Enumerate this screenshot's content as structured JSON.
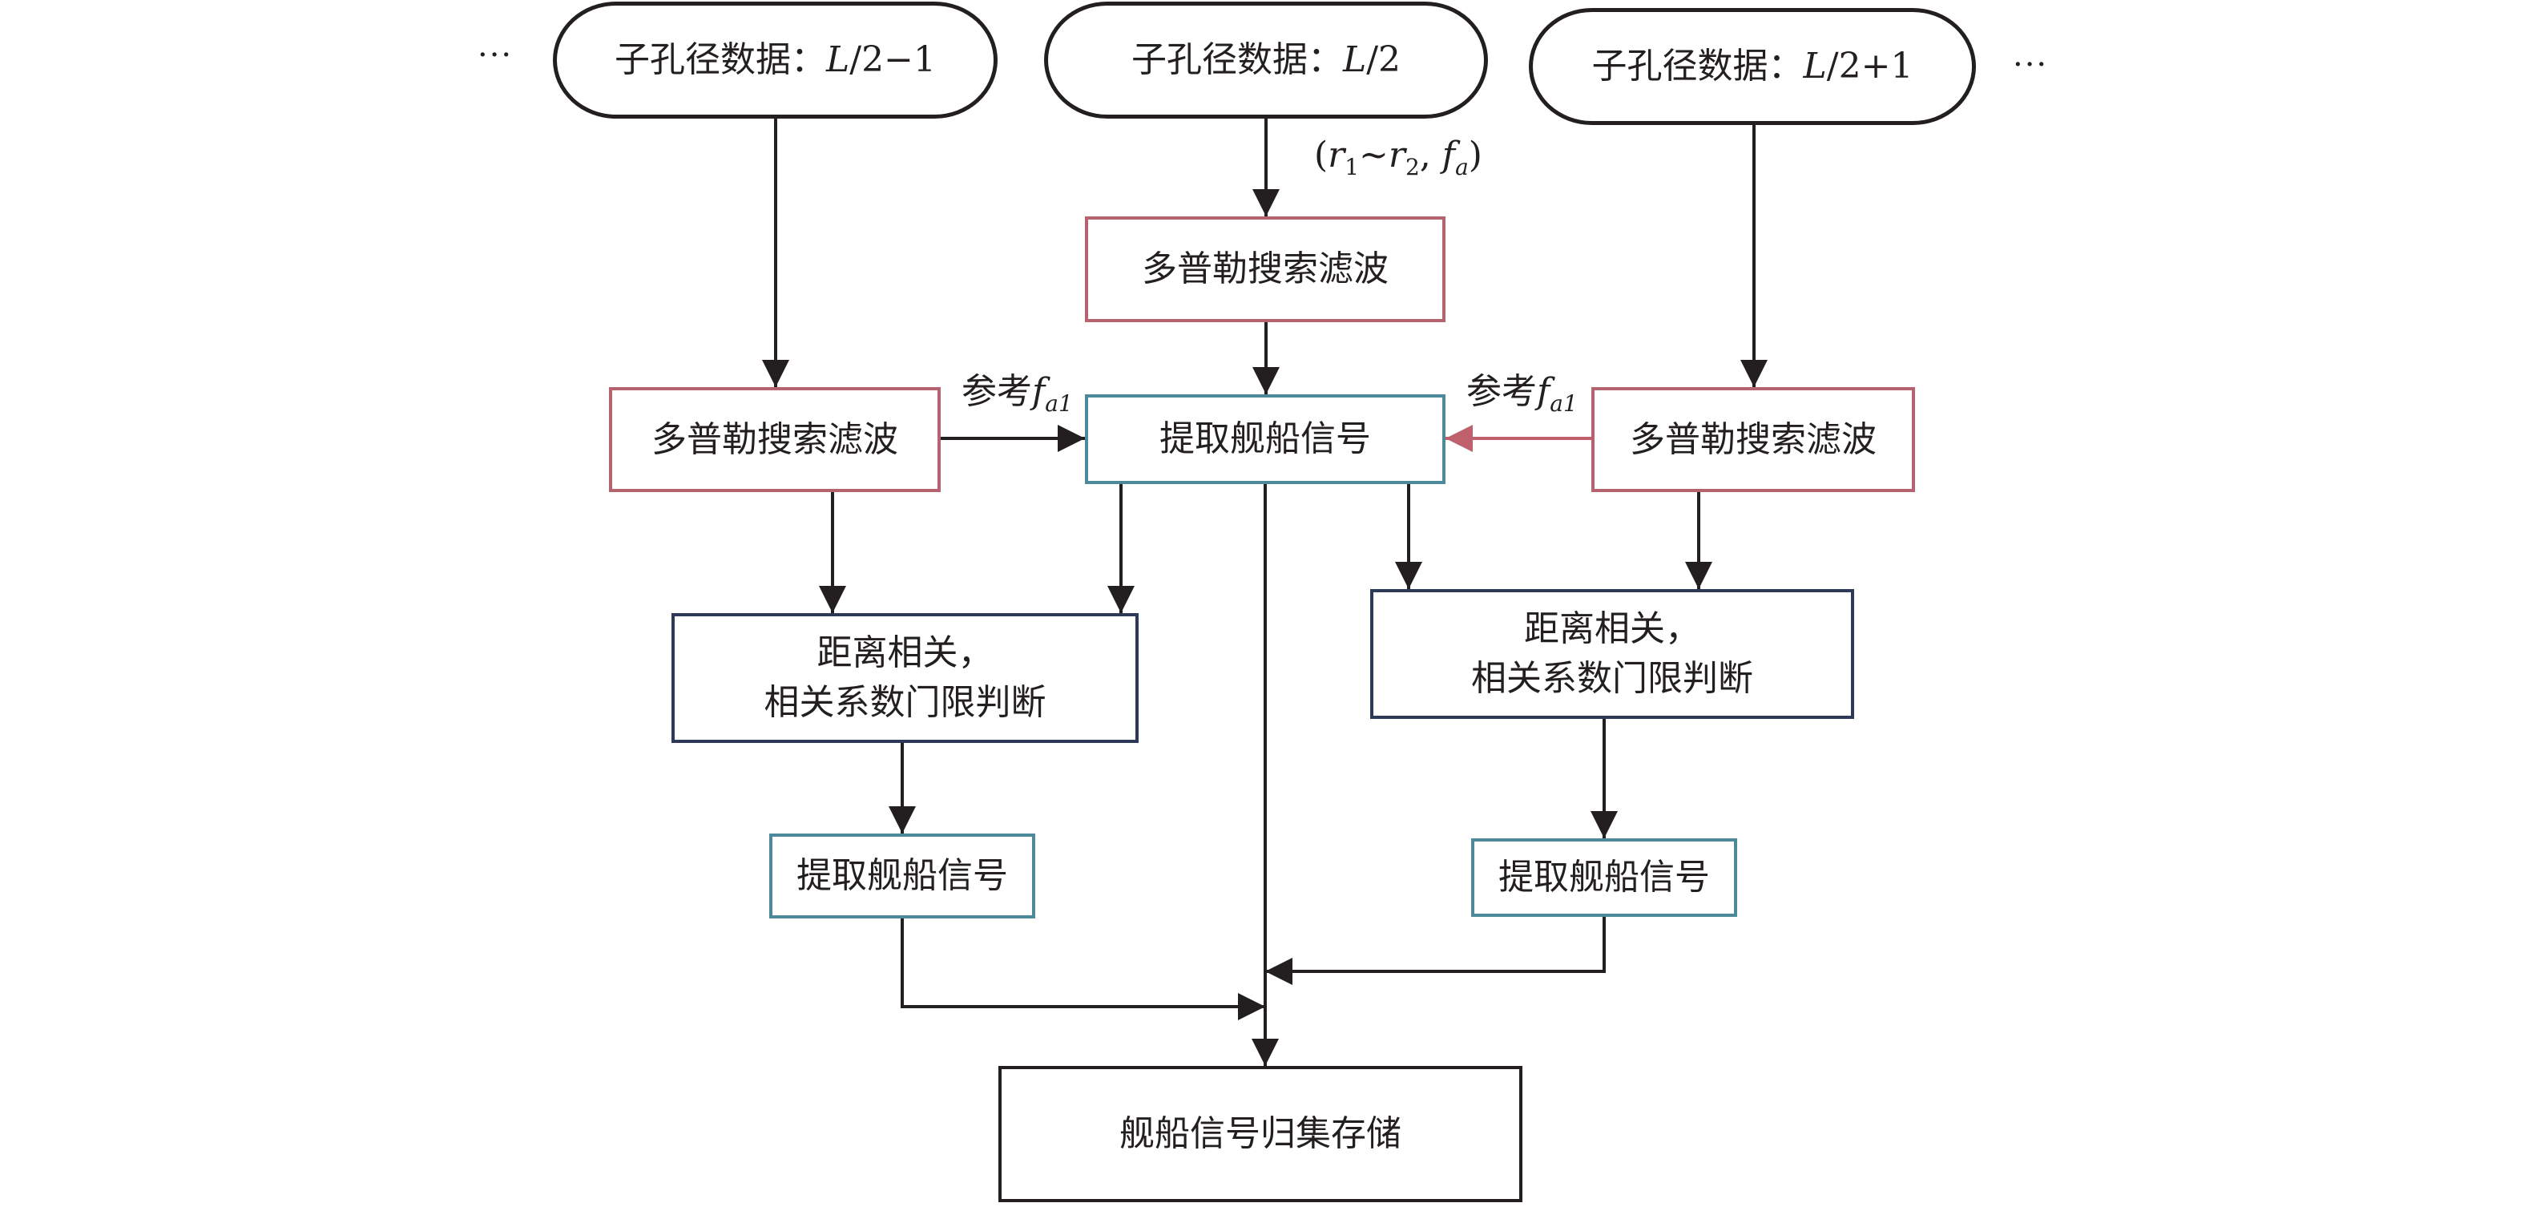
{
  "diagram": {
    "colors": {
      "line": "#231f20",
      "doppler_border": "#b5636f",
      "extract_border": "#4d8a99",
      "correlation_border": "#2c3a58",
      "reference_arrow_right": "#c0606d"
    },
    "ellipsis": "···",
    "inputs": [
      {
        "prefix": "子孔径数据：",
        "var": "L",
        "suffix": "/2−1"
      },
      {
        "prefix": "子孔径数据：",
        "var": "L",
        "suffix": "/2"
      },
      {
        "prefix": "子孔径数据：",
        "var": "L",
        "suffix": "/2+1"
      }
    ],
    "center_input_annotation": {
      "open": "(",
      "r": "r",
      "sub1": "1",
      "tilde": "~",
      "sub2": "2",
      "comma": ", ",
      "f": "f",
      "sub_a": "a",
      "close": ")"
    },
    "doppler_filter": "多普勒搜索滤波",
    "extract_signal": "提取舰船信号",
    "reference_label": {
      "text": "参考",
      "f": "f",
      "sub": "a1"
    },
    "correlation": {
      "line1": "距离相关，",
      "line2": "相关系数门限判断"
    },
    "storage": "舰船信号归集存储"
  }
}
